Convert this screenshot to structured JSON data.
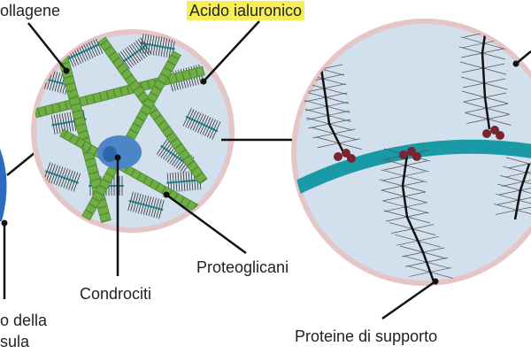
{
  "labels": {
    "collagene": "ollagene",
    "acido_ialuronico": "Acido ialuronico",
    "proteoglicani": "Proteoglicani",
    "condrociti": "Condrociti",
    "proteine_supporto": "Proteine di supporto",
    "capsula_line1": "o della",
    "capsula_line2": "sula"
  },
  "colors": {
    "circle_fill": "#d2dfec",
    "circle_border": "#e4c6c6",
    "collagen": "#6fae45",
    "collagen_dark": "#4f8a30",
    "hyaluronic": "#1a9aa7",
    "cell_outer": "#4d86c8",
    "cell_nucleus": "#2d66aa",
    "capsule": "#2b6cc0",
    "link_protein": "#7a2431",
    "highlight": "#f7ee57"
  }
}
